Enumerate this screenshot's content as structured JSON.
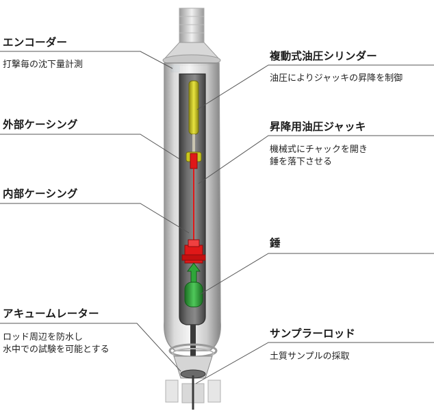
{
  "labels": {
    "encoder": {
      "title": "エンコーダー",
      "desc": "打撃毎の沈下量計測"
    },
    "outer_casing": {
      "title": "外部ケーシング"
    },
    "inner_casing": {
      "title": "内部ケーシング"
    },
    "accumulator": {
      "title": "アキュームレーター",
      "desc_line1": "ロッド周辺を防水し",
      "desc_line2": "水中での試験を可能とする"
    },
    "hydraulic_cylinder": {
      "title": "複動式油圧シリンダー",
      "desc": "油圧によりジャッキの昇降を制御"
    },
    "lifting_jack": {
      "title": "昇降用油圧ジャッキ",
      "desc_line1": "機械式にチャックを開き",
      "desc_line2": "錘を落下させる"
    },
    "hammer": {
      "title": "錘"
    },
    "sampler_rod": {
      "title": "サンプラーロッド",
      "desc": "土質サンプルの採取"
    }
  },
  "colors": {
    "leader_line": "#555555",
    "casing": "#b8b8b8",
    "cylinder_yellow": "#d8d420",
    "jack_red": "#e01818",
    "hammer_green": "#2fa63a",
    "rod_dark": "#3a3a3a"
  }
}
